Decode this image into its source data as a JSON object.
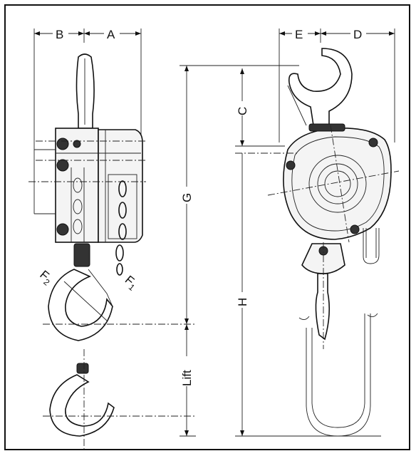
{
  "labels": {
    "B": "B",
    "A": "A",
    "E": "E",
    "D": "D",
    "C": "C",
    "G": "G",
    "H": "H",
    "F": "F",
    "F2_sub": "2",
    "F1_sub": "1",
    "lift": "Lift"
  }
}
